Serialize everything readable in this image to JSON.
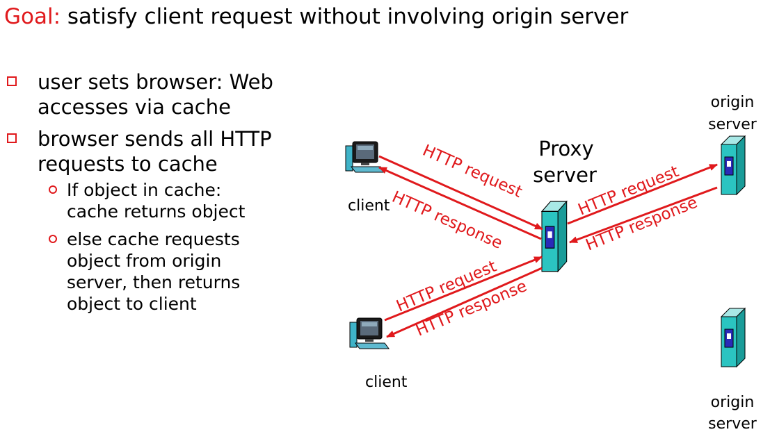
{
  "title": {
    "goal_label": "Goal:",
    "text": "satisfy client request without involving origin server"
  },
  "bullets": [
    {
      "text": "user sets browser: Web accesses via cache",
      "lines": [
        "user sets browser: Web",
        "accesses via  cache"
      ]
    },
    {
      "text": "browser sends all HTTP requests to cache",
      "lines": [
        "browser sends all HTTP",
        "requests to  cache"
      ],
      "sub": [
        {
          "lines": [
            "If object in cache:",
            "cache returns object"
          ]
        },
        {
          "lines": [
            "else cache requests",
            "object from origin",
            "server, then returns",
            "object to client"
          ]
        }
      ]
    }
  ],
  "diagram": {
    "proxy_label": [
      "Proxy",
      "server"
    ],
    "client_label": "client",
    "origin_label": [
      "origin",
      "server"
    ],
    "http_request": "HTTP request",
    "http_response": "HTTP response"
  },
  "colors": {
    "accent": "#e0191c",
    "server_body": "#2bc4c1",
    "server_slot": "#2a2ab8",
    "monitor": "#1a1a1a"
  }
}
